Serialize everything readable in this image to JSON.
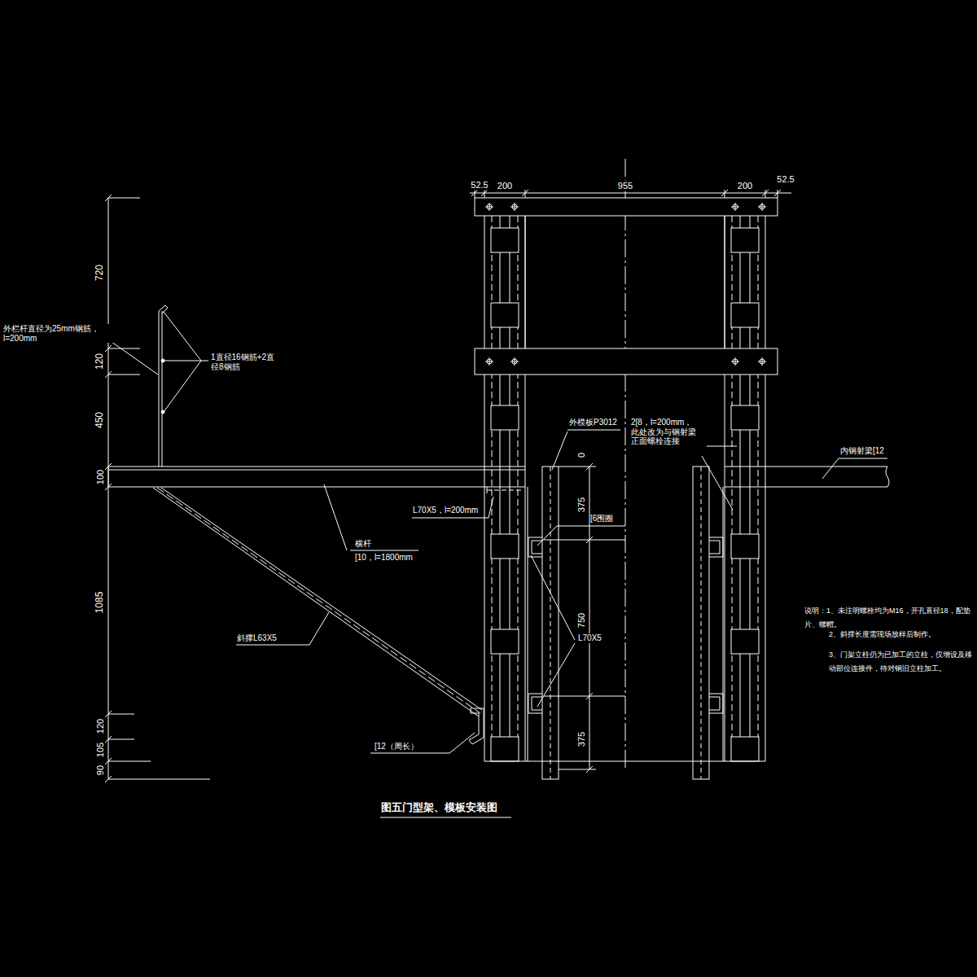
{
  "diagram": {
    "title": "图五门型架、模板安装图",
    "labels": [
      "52.5",
      "200",
      "955",
      "200",
      "52.5",
      "720",
      "120",
      "450",
      "100",
      "1085",
      "120",
      "105",
      "90",
      "外栏杆直径为25mm钢筋， l=200mm",
      "1直径16钢筋+2直 径8钢筋",
      "横杆",
      "[10，l=1800mm",
      "斜撑L63X5",
      "[12（周长）",
      "L70X5，l=200mm",
      "外模板P3012",
      "0",
      "375",
      "750",
      "375",
      "[6围圈",
      "L70X5",
      "2[8，l=200mm， 此处改为与钢射梁 正面螺栓连接",
      "内钢射梁[12",
      "说明：1、未注明螺栓均为M16，开孔直径18，配垫片、螺帽。",
      "2、斜撑长度需现场放样后制作。",
      "3、门架立柱仍为已加工的立柱，仅增设及移动部位连接件，待对钢旧立柱加工。"
    ]
  }
}
